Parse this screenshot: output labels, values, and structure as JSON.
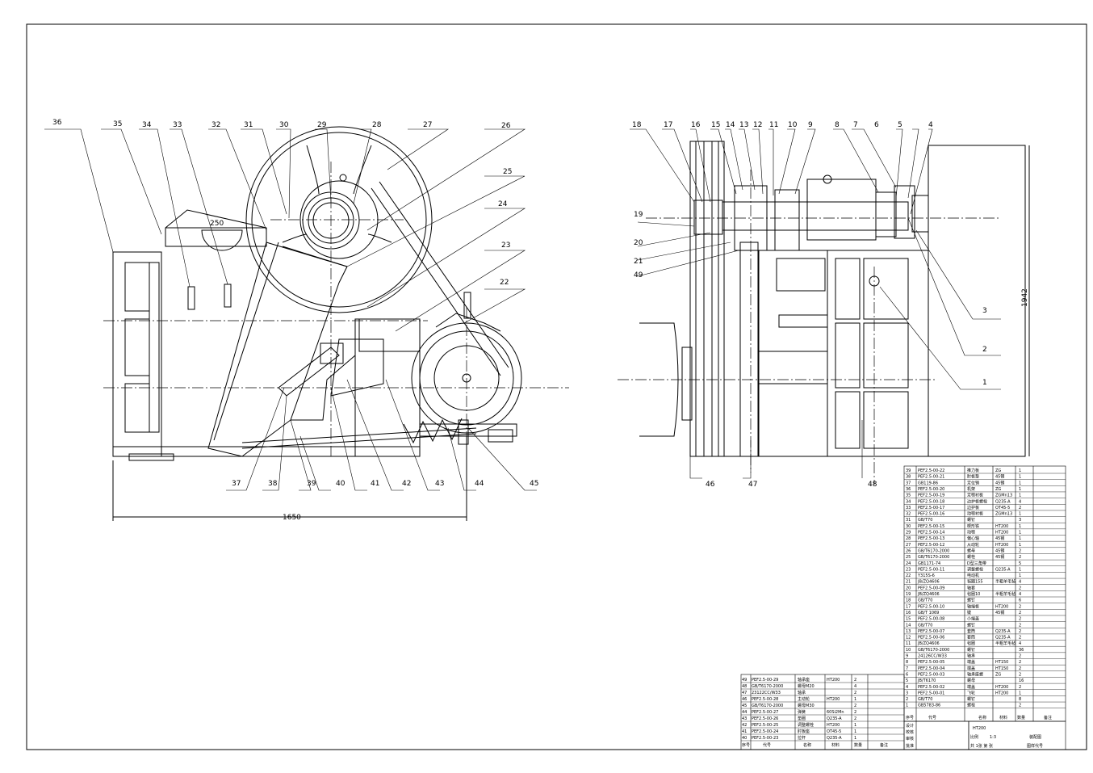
{
  "drawing": {
    "left_labels": [
      "36",
      "35",
      "34",
      "33",
      "32",
      "31",
      "30",
      "29",
      "28",
      "27",
      "26",
      "25",
      "24",
      "23",
      "22"
    ],
    "left_bottom_labels": [
      "37",
      "38",
      "39",
      "40",
      "41",
      "42",
      "43",
      "44",
      "45"
    ],
    "right_labels": [
      "18",
      "17",
      "16",
      "15",
      "14",
      "13",
      "12",
      "11",
      "10",
      "9",
      "8",
      "7",
      "6",
      "5",
      "4"
    ],
    "right_side_labels_left": [
      "19",
      "20",
      "21",
      "49"
    ],
    "right_side_labels_right": [
      "3",
      "2",
      "1"
    ],
    "right_bottom_labels": [
      "46",
      "47",
      "48"
    ],
    "dim_250": "250",
    "dim_1650": "1650",
    "dim_1942": "1942"
  },
  "bom_right": [
    [
      "39",
      "PEF2.5-00-22",
      "推力板",
      "ZG",
      "1"
    ],
    [
      "38",
      "PEF2.5-00-21",
      "肘板垫",
      "45钢",
      "1"
    ],
    [
      "37",
      "GB119-86",
      "定位销",
      "45钢",
      "1"
    ],
    [
      "36",
      "PEF2.5-00-20",
      "机架",
      "ZG",
      "1"
    ],
    [
      "35",
      "PEF2.5-00-19",
      "定颚衬板",
      "ZGMn13",
      "1"
    ],
    [
      "34",
      "PEF2.5-00-18",
      "边护板螺栓",
      "Q235-A",
      "4"
    ],
    [
      "33",
      "PEF2.5-00-17",
      "边护板",
      "OT45-5",
      "2"
    ],
    [
      "32",
      "PEF2.5-00-16",
      "动颚衬板",
      "ZGMn13",
      "1"
    ],
    [
      "31",
      "GB/T70",
      "螺钉",
      "",
      "3"
    ],
    [
      "30",
      "PEF2.5-00-15",
      "楔形铁",
      "HT200",
      "1"
    ],
    [
      "29",
      "PEF2.5-00-14",
      "动颚",
      "HT200",
      "1"
    ],
    [
      "28",
      "PEF2.5-00-13",
      "偏心轴",
      "45钢",
      "1"
    ],
    [
      "27",
      "PEF2.5-00-12",
      "从动轮",
      "HT200",
      "1"
    ],
    [
      "26",
      "GB/T6170-2000",
      "螺母",
      "45钢",
      "2"
    ],
    [
      "25",
      "GB/T6170-2000",
      "螺栓",
      "45钢",
      "2"
    ],
    [
      "24",
      "GB1171-74",
      "D型三角带",
      "",
      "5"
    ],
    [
      "23",
      "PEF2.5-00-11",
      "调整螺栓",
      "Q235-A",
      "1"
    ],
    [
      "22",
      "Y315S-6",
      "电动机",
      "",
      "1"
    ],
    [
      "21",
      "JB/ZQ4606",
      "毡圈155",
      "半粗羊毛毡",
      "4"
    ],
    [
      "20",
      "PEF2.5-00-09",
      "轴套",
      "",
      "2"
    ],
    [
      "19",
      "JB/ZQ4606",
      "毡圈10",
      "半粗羊毛毡",
      "4"
    ],
    [
      "18",
      "GB/T70",
      "螺钉",
      "",
      "6"
    ],
    [
      "17",
      "PEF2.5-00-10",
      "轴端板",
      "HT200",
      "2"
    ],
    [
      "16",
      "GB/T 1069",
      "键",
      "45钢",
      "2"
    ],
    [
      "15",
      "PEF2.5-00-08",
      "小端盖",
      "",
      "2"
    ],
    [
      "14",
      "GB/T70",
      "螺钉",
      "",
      "2"
    ],
    [
      "13",
      "PEF2.5-00-07",
      "套筒",
      "Q235-A",
      "2"
    ],
    [
      "12",
      "PEF2.5-00-06",
      "套筒",
      "Q235-A",
      "2"
    ],
    [
      "11",
      "JB/ZQ4606",
      "毡圈",
      "半粗羊毛毡",
      "4"
    ],
    [
      "10",
      "GB/T6170-2000",
      "螺钉",
      "",
      "36"
    ],
    [
      "9",
      "24126CC/W33",
      "轴承",
      "",
      "2"
    ],
    [
      "8",
      "PEF2.5-00-05",
      "端盖",
      "HT150",
      "2"
    ],
    [
      "7",
      "PEF2.5-00-04",
      "端盖",
      "HT150",
      "2"
    ],
    [
      "6",
      "PEF2.5-00-03",
      "轴承座螺",
      "ZG",
      "2"
    ],
    [
      "5",
      "JB/T6170",
      "螺母",
      "",
      "16"
    ],
    [
      "4",
      "PEF2.5-00-02",
      "端盖",
      "HT200",
      "2"
    ],
    [
      "3",
      "PEF2.5-00-01",
      "飞轮",
      "HT200",
      "1"
    ],
    [
      "2",
      "GB/T70",
      "螺钉",
      "",
      "8"
    ],
    [
      "1",
      "GB5783-86",
      "螺栓",
      "",
      "2"
    ]
  ],
  "bom_left": [
    [
      "49",
      "PEF2.5-00-29",
      "轴承座",
      "HT200",
      "2"
    ],
    [
      "48",
      "GB/T6170-2000",
      "螺母M20",
      "",
      "4"
    ],
    [
      "47",
      "23122CC/W33",
      "轴承",
      "",
      "2"
    ],
    [
      "46",
      "PEF2.5-00-28",
      "主动轮",
      "HT200",
      "1"
    ],
    [
      "45",
      "GB/T6170-2000",
      "螺母M30",
      "",
      "2"
    ],
    [
      "44",
      "PEF2.5-00-27",
      "弹簧",
      "60Si2Mn",
      "2"
    ],
    [
      "43",
      "PEF2.5-00-26",
      "垫圈",
      "Q235-A",
      "2"
    ],
    [
      "42",
      "PEF2.5-00-25",
      "调整螺栓",
      "HT200",
      "1"
    ],
    [
      "41",
      "PEF2.5-00-24",
      "肘板座",
      "OT45-5",
      "1"
    ],
    [
      "40",
      "PEF2.5-00-23",
      "拉杆",
      "Q235-A",
      "1"
    ]
  ],
  "bom_header": [
    "序号",
    "代号",
    "名称",
    "材料",
    "数量",
    "备注"
  ],
  "title_block": {
    "material": "HT200",
    "scale_label": "比例",
    "scale": "1:3",
    "drawing_name": "装配图",
    "rows": [
      "设计",
      "校核",
      "审核",
      "批准"
    ],
    "sheet": "共 1张 第 张",
    "drawing_no_label": "图样代号"
  }
}
